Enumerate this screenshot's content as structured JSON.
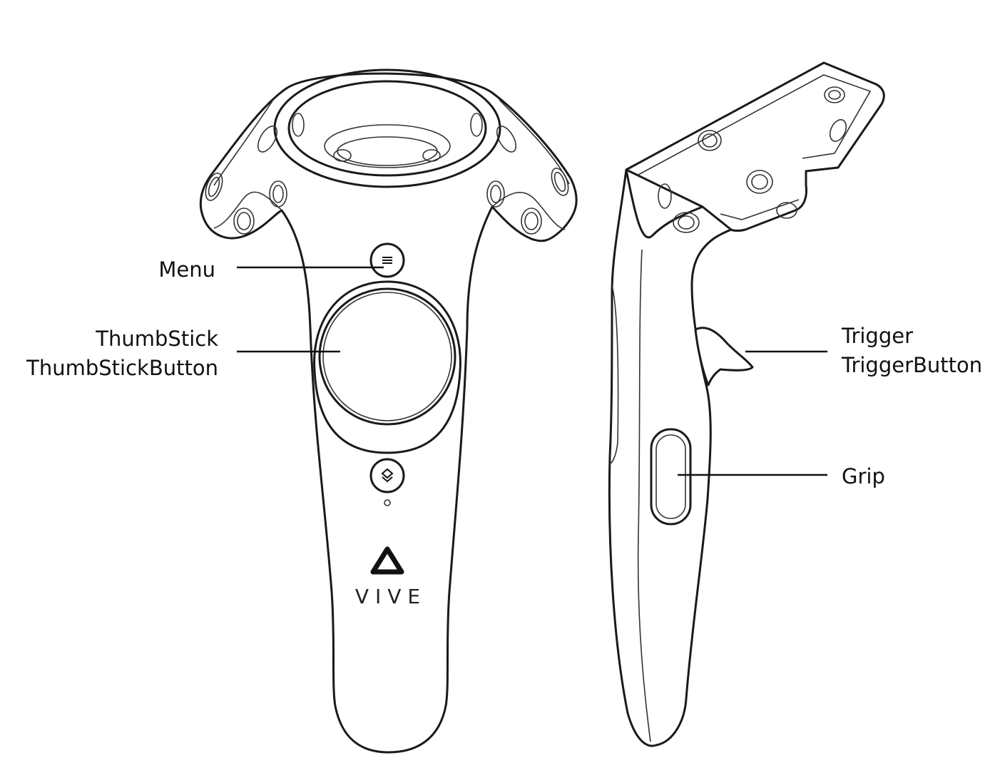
{
  "labels": {
    "menu": "Menu",
    "thumbstick_line1": "ThumbStick",
    "thumbstick_line2": "ThumbStickButton",
    "trigger_line1": "Trigger",
    "trigger_line2": "TriggerButton",
    "grip": "Grip"
  },
  "logo": {
    "wordmark": "VIVE"
  },
  "icons": {
    "menu_button": "menu-lines-icon",
    "system_button": "system-logo-icon",
    "status_led": "status-light-icon",
    "brand_logo": "vive-triangle-logo-icon"
  }
}
